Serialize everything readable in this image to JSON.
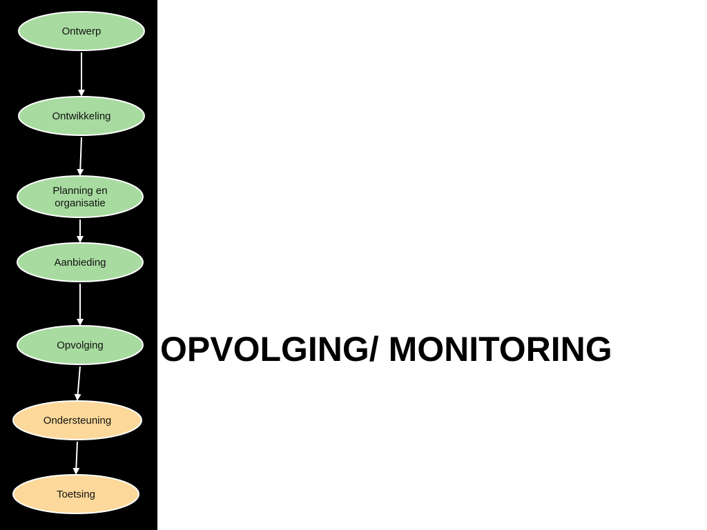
{
  "slide": {
    "title": "OPVOLGING/ MONITORING"
  },
  "flow": {
    "colors": {
      "panel_background": "#000000",
      "green_fill": "#a8dba0",
      "orange_fill": "#fcd89a",
      "node_stroke": "#ffffff",
      "arrow": "#ffffff"
    },
    "steps": [
      {
        "lines": [
          "Ontwerp"
        ],
        "color": "green"
      },
      {
        "lines": [
          "Ontwikkeling"
        ],
        "color": "green"
      },
      {
        "lines": [
          "Planning en",
          "organisatie"
        ],
        "color": "green"
      },
      {
        "lines": [
          "Aanbieding"
        ],
        "color": "green"
      },
      {
        "lines": [
          "Opvolging"
        ],
        "color": "green"
      },
      {
        "lines": [
          "Ondersteuning"
        ],
        "color": "orange"
      },
      {
        "lines": [
          "Toetsing"
        ],
        "color": "orange"
      }
    ]
  }
}
